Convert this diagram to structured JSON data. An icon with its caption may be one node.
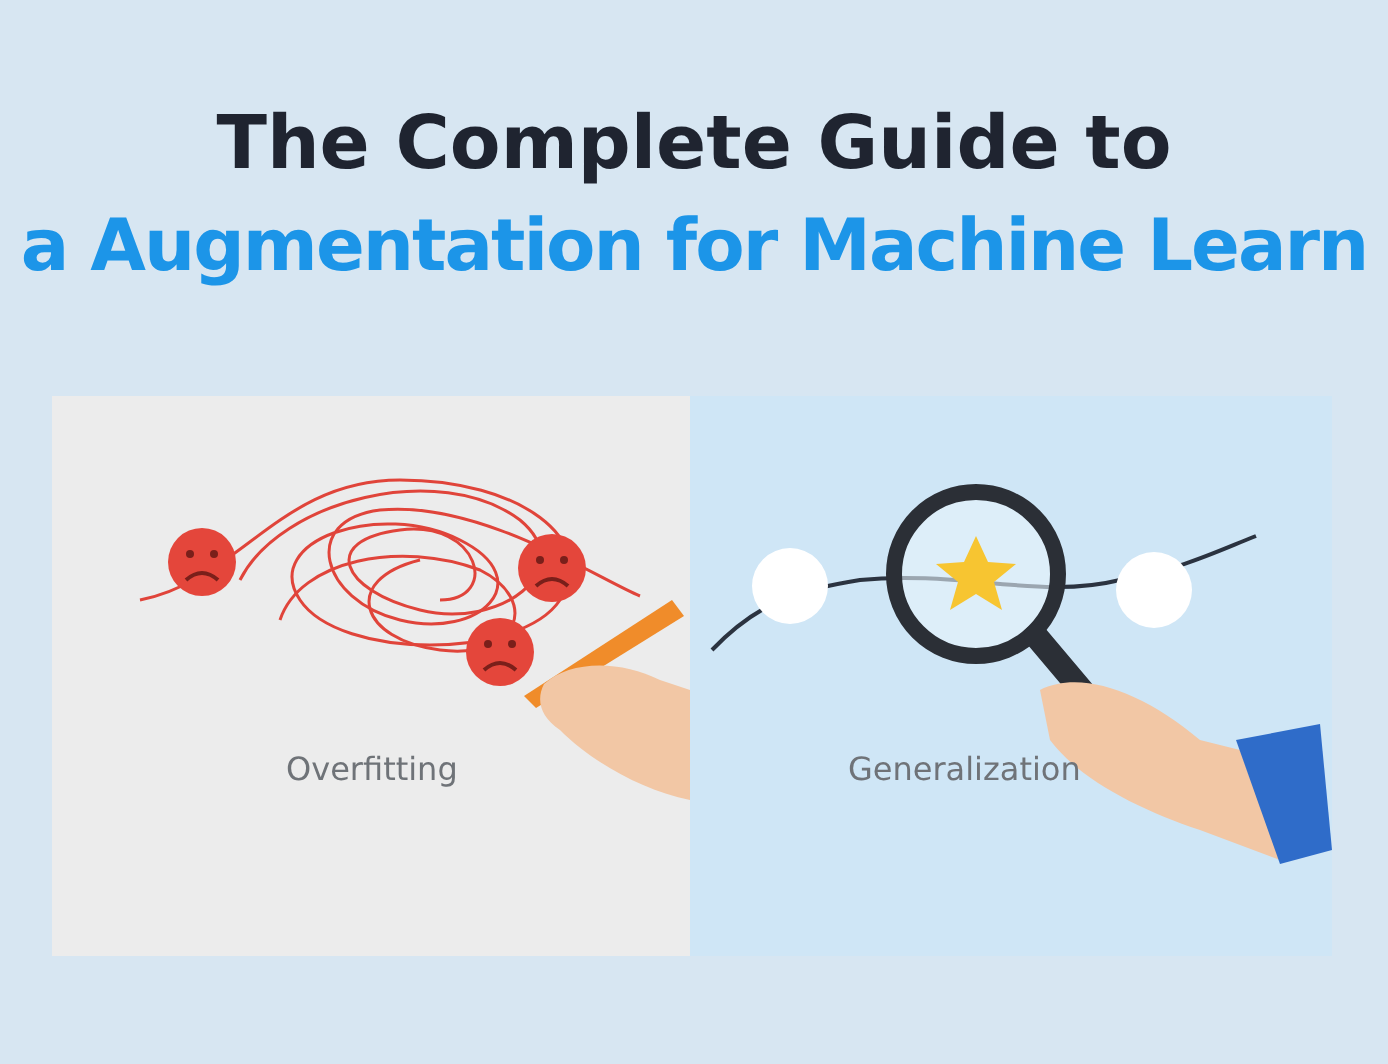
{
  "diagram": {
    "title": "The Complete Guide to",
    "labels": [
      "a Augmentation for Machine Learn",
      "Overfitting",
      "Generalization"
    ]
  }
}
